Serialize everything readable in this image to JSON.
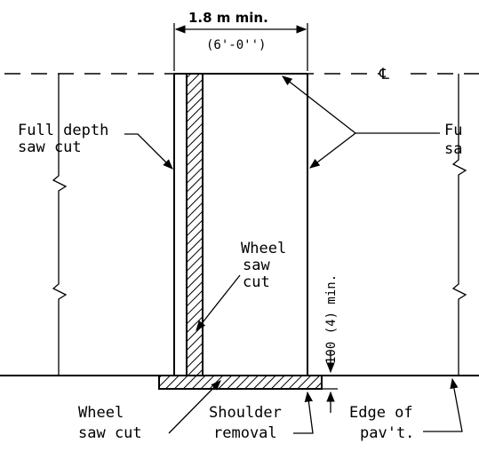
{
  "labels": {
    "width_metric": "1.8  m min.",
    "width_imperial": "(6'-0'')",
    "centerline": "℄",
    "full_depth_left_1": "Full depth",
    "full_depth_left_2": "saw cut",
    "full_depth_right_1": "Fu",
    "full_depth_right_2": "sa",
    "wheel_cut_upper_1": "Wheel",
    "wheel_cut_upper_2": "saw",
    "wheel_cut_upper_3": "cut",
    "depth_dim": "100 (4) min.",
    "wheel_cut_lower_1": "Wheel",
    "wheel_cut_lower_2": "saw cut",
    "shoulder_removal_1": "Shoulder",
    "shoulder_removal_2": "removal",
    "edge_of_pav_1": "Edge of",
    "edge_of_pav_2": "pav't."
  }
}
